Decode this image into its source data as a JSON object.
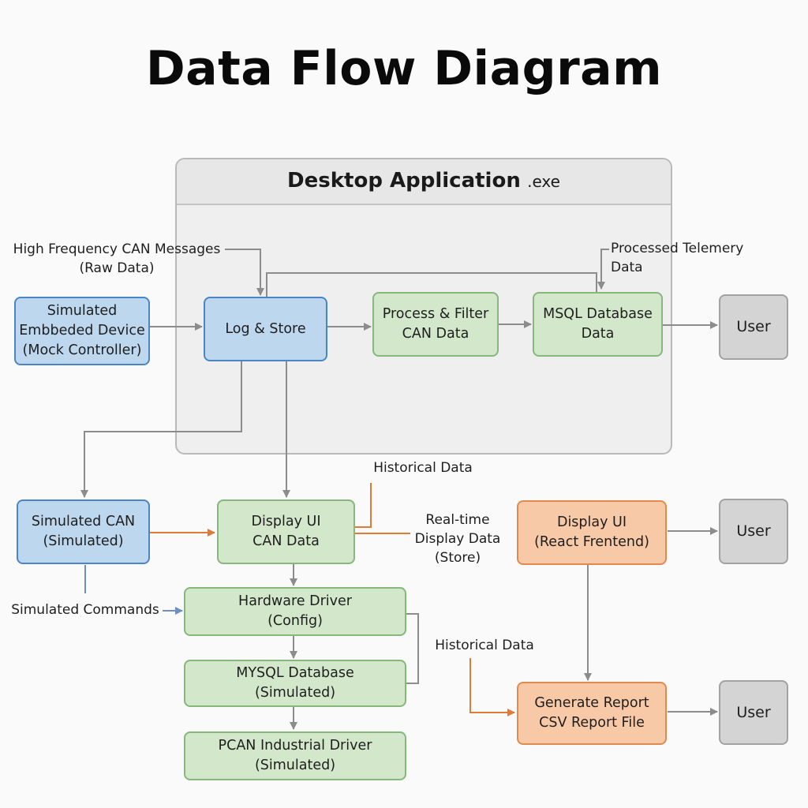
{
  "title": "Data Flow Diagram",
  "container": {
    "title_main": "Desktop Application",
    "title_suffix": ".exe"
  },
  "nodes": {
    "simulated_device": "Simulated\nEmbbeded Device\n(Mock Controller)",
    "log_store": "Log & Store",
    "process_filter": "Process & Filter\nCAN Data",
    "msql_database": "MSQL Database\nData",
    "user_top": "User",
    "simulated_can": "Simulated CAN\n(Simulated)",
    "display_ui_can": "Display UI\nCAN Data",
    "display_ui_react": "Display UI\n(React Frentend)",
    "user_middle": "User",
    "hardware_driver": "Hardware Driver\n(Config)",
    "mysql_database": "MYSQL Database\n(Simulated)",
    "pcan_driver": "PCAN Industrial Driver\n(Simulated)",
    "generate_report": "Generate Report\nCSV Report File",
    "user_bottom": "User"
  },
  "labels": {
    "high_freq": "High Frequency CAN Messages\n(Raw Data)",
    "processed_telemetry": "Processed Telemery Data",
    "historical_data_top": "Historical Data",
    "realtime_display": "Real-time\nDisplay Data\n(Store)",
    "simulated_commands": "Simulated Commands",
    "historical_data_bottom": "Historical Data"
  },
  "colors": {
    "gray_line": "#8c8c8c",
    "orange_line": "#e07a35",
    "blue_line": "#6f8fc0"
  }
}
